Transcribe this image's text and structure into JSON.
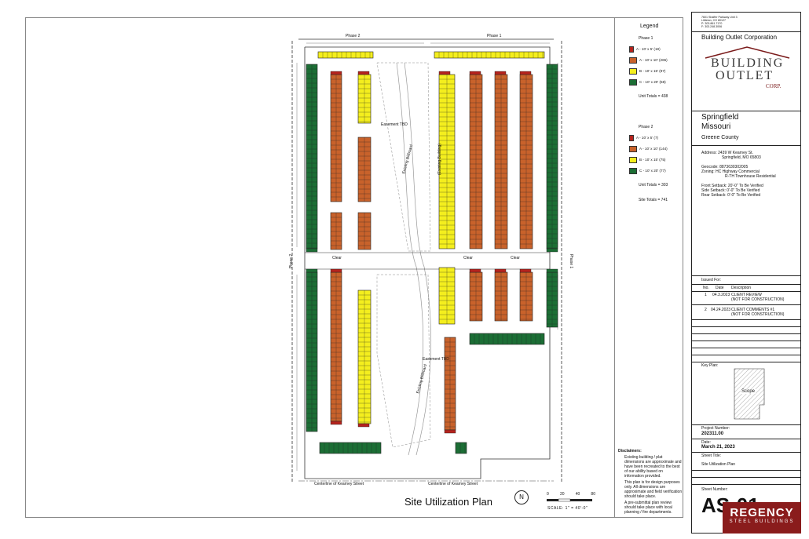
{
  "colors": {
    "red": "#b5231d",
    "orange": "#c8622b",
    "yellow": "#f4ee1e",
    "green": "#1c6e35"
  },
  "plan": {
    "title": "Site Utilization Plan",
    "north": "N",
    "scale_text": "SCALE: 1\" = 40'-0\"",
    "scale_ticks": [
      "0",
      "20",
      "40",
      "80"
    ],
    "phase_labels": {
      "phase2_top": "Phase 2",
      "phase1_top": "Phase 1",
      "phase2_left": "Phase 2",
      "phase1_right": "Phase 1"
    },
    "centerline": "Centerline of Kearney Street",
    "easement_label": "Easement TBD",
    "existing_label": "Existing Billboard",
    "drive_aisle_label": "Clear",
    "building_outline_label": "(Existing Building)"
  },
  "legend": {
    "title": "Legend",
    "phase1": {
      "title": "Phase 1",
      "items": [
        {
          "label": "A - 10' x 5' (18)",
          "color": "red"
        },
        {
          "label": "A - 10' x 10' (265)",
          "color": "orange"
        },
        {
          "label": "B - 10' x 15' (97)",
          "color": "yellow"
        },
        {
          "label": "C - 10' x 20' (58)",
          "color": "green"
        }
      ],
      "total": "Unit Totals = 438"
    },
    "phase2": {
      "title": "Phase 2",
      "items": [
        {
          "label": "A - 10' x 5' (7)",
          "color": "red"
        },
        {
          "label": "A - 10' x 10' (144)",
          "color": "orange"
        },
        {
          "label": "B - 10' x 15' (75)",
          "color": "yellow"
        },
        {
          "label": "C - 10' x 20' (77)",
          "color": "green"
        }
      ],
      "total": "Unit Totals = 303"
    },
    "site_total": "Site Totals = 741"
  },
  "disclaimer": {
    "title": "Disclaimers:",
    "items": [
      "Existing building / plat dimensions are approximate and have been recreated to the best of our ability based on information provided.",
      "This plan is for design purposes only. All dimensions are approximate and field verification should take place.",
      "A pre-submittal plan review should take place with local planning / fire departments."
    ]
  },
  "titleblock": {
    "address_lines": [
      "7601 Shaffer Parkway Unit 3",
      "Littleton, CO 80127",
      "P: 303.861.7170",
      "F: 303.248.3006"
    ],
    "company": "Building Outlet Corporation",
    "logo_line1": "BUILDING",
    "logo_line2": "OUTLET",
    "logo_line3": "CORP.",
    "city": "Springfield",
    "state": "Missouri",
    "county": "Greene County",
    "address_label": "Address:",
    "address1": "2439 W Kearney St.",
    "address2": "Springfield, MO 65803",
    "geocode": "Geocode: 8873630302005",
    "zoning1": "Zoning: HC Highway Commercial",
    "zoning2": "R-TH Townhouse Residential",
    "setback_front": "Front Setback: 20'-0\" To Be Verified",
    "setback_side": "Side Setback: 0'-0\" To Be Verified",
    "setback_rear": "Rear Setback: 0'-0\" To Be Verified",
    "issued_for": "Issued For:",
    "issue_headers": [
      "No.",
      "Date",
      "Description"
    ],
    "issues": [
      {
        "no": "1",
        "date": "04.3.2023",
        "desc1": "CLIENT REVIEW",
        "desc2": "(NOT FOR CONSTRUCTION)"
      },
      {
        "no": "2",
        "date": "04.24.2023",
        "desc1": "CLIENT COMMENTS #1",
        "desc2": "(NOT FOR CONSTRUCTION)"
      }
    ],
    "key_plan": "Key Plan:",
    "scope": "Scope",
    "project_number_label": "Project Number:",
    "project_number": "202311.00",
    "date_label": "Date:",
    "date": "March 21, 2023",
    "sheet_title_label": "Sheet Title:",
    "sheet_title": "Site Utilization Plan",
    "sheet_number_label": "Sheet Number:",
    "sheet_number": "AS-01"
  },
  "watermark": {
    "line1": "REGENCY",
    "line2": "STEEL BUILDINGS"
  }
}
